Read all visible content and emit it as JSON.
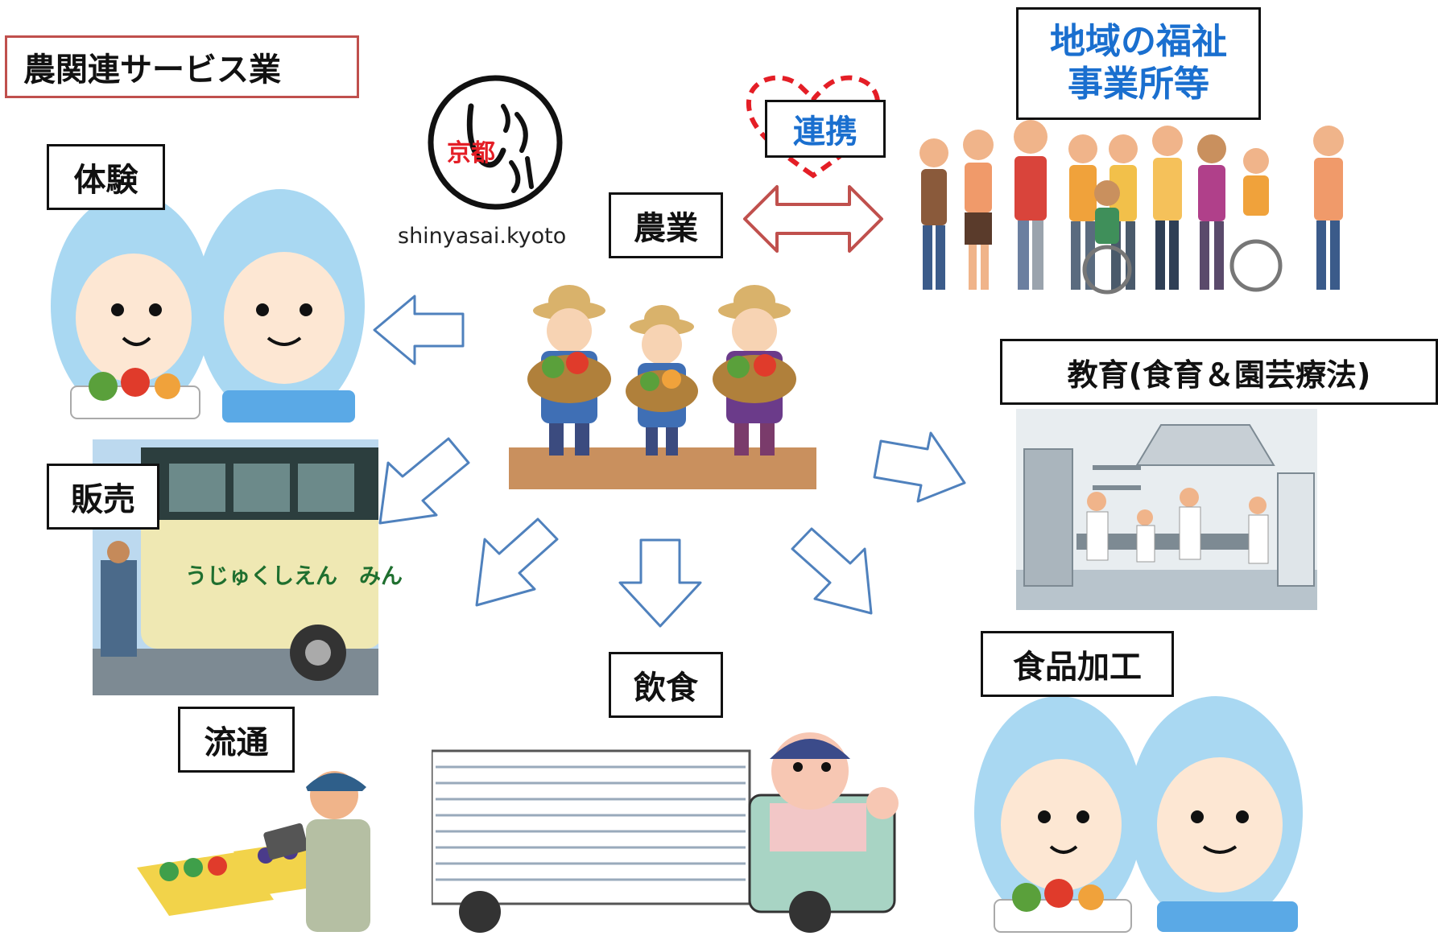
{
  "category_title": "農関連サービス業",
  "logo": {
    "name_text": "しんやさい",
    "city_text": "京都",
    "url": "shinyasai.kyoto"
  },
  "center": {
    "label": "農業"
  },
  "partnership": {
    "label": "連携"
  },
  "welfare": {
    "line1": "地域の福祉",
    "line2": "事業所等"
  },
  "services": {
    "experience": "体験",
    "sales": "販売",
    "distribution": "流通",
    "dining": "飲食",
    "food_processing": "食品加工",
    "education": "教育(食育＆園芸療法)"
  },
  "bus_sign": "うじゅくしえん　みん",
  "colors": {
    "title_border": "#c0504d",
    "arrow_outline": "#4f81bd",
    "link_arrow": "#c0504d",
    "heart": "#e41e26",
    "accent_text": "#1a6fcf",
    "hood": "#a9d8f2"
  }
}
